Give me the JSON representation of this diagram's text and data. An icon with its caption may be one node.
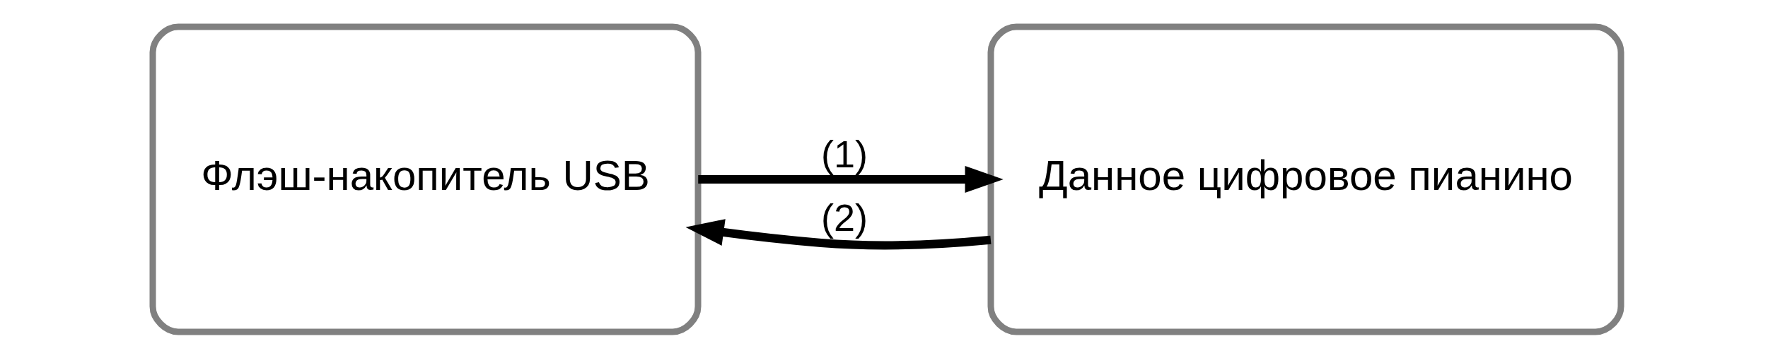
{
  "diagram": {
    "nodes": [
      {
        "text": [
          "Флэш-накопитель USB"
        ]
      },
      {
        "text": [
          "Данное цифровое пианино"
        ]
      }
    ],
    "edges": [
      {
        "from": 0,
        "to": 1,
        "arrow": "to",
        "label": "(1)"
      },
      {
        "from": 1,
        "to": 0,
        "arrow": "to",
        "label": "(2)"
      }
    ]
  }
}
